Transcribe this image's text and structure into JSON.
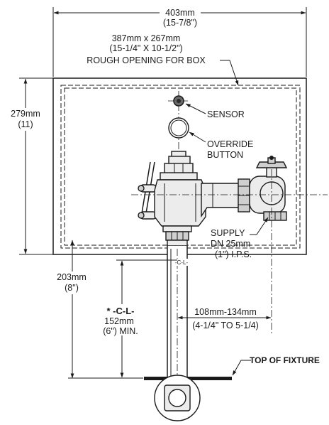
{
  "dimensions": {
    "overall_width": "403mm",
    "overall_width_in": "(15-7/8\")",
    "rough_opening_size": "387mm x 267mm",
    "rough_opening_size_in": "(15-1/4\" X 10-1/2\")",
    "rough_opening_label": "ROUGH OPENING FOR BOX",
    "overall_height": "279mm",
    "overall_height_in": "(11)",
    "fixture_height": "203mm",
    "fixture_height_in": "(8\")",
    "centerline_label": "* -C-L-",
    "centerline_min": "152mm",
    "centerline_min_in": "(6\") MIN.",
    "offset_range": "108mm-134mm",
    "offset_range_in": "(4-1/4\" TO 5-1/4)"
  },
  "callouts": {
    "sensor": "SENSOR",
    "override_line1": "OVERRIDE",
    "override_line2": "BUTTON",
    "supply_line1": "SUPPLY",
    "supply_line2": "DN 25mm",
    "supply_line3": "(1\") I.P.S.",
    "centerline_mark": "-C-L-",
    "top_of_fixture": "TOP OF FIXTURE"
  }
}
